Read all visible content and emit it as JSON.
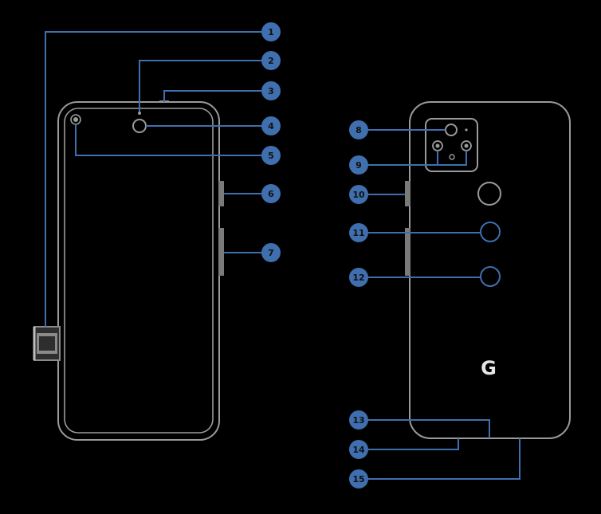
{
  "colors": {
    "background": "#000000",
    "device_outline": "#9a9a9a",
    "leader_line": "#3f6fae",
    "callout_fill": "#3f6fae",
    "callout_text": "#111111",
    "button_fill": "#7a7a7a"
  },
  "callouts": [
    "1",
    "2",
    "3",
    "4",
    "5",
    "6",
    "7",
    "8",
    "9",
    "10",
    "11",
    "12",
    "13",
    "14",
    "15"
  ],
  "back_logo": "G",
  "icons": {
    "back_logo": "google-g-logo-icon"
  }
}
